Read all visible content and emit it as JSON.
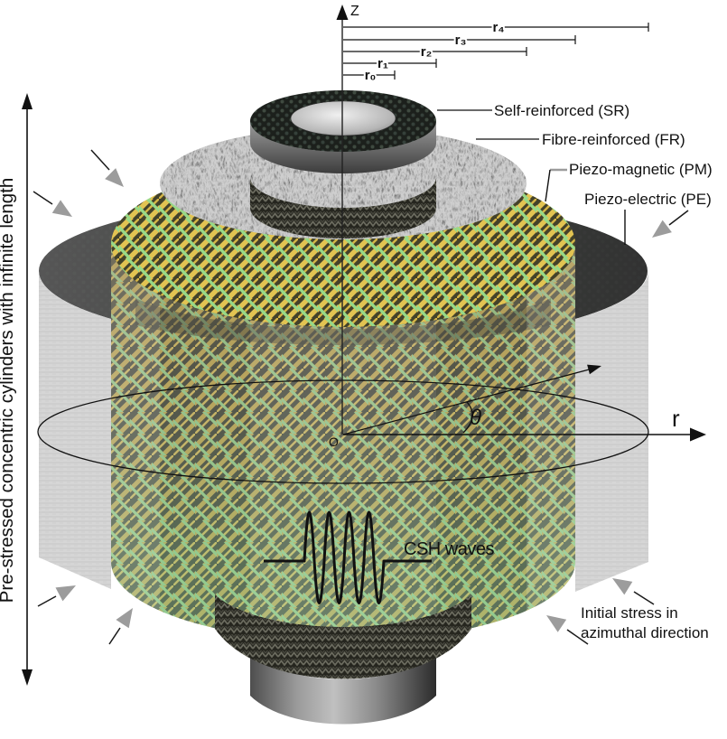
{
  "figure": {
    "axes": {
      "z_label": "Z",
      "r_label": "r",
      "theta_label": "θ",
      "origin_label": "O"
    },
    "radius_labels": [
      "r₀",
      "r₁",
      "r₂",
      "r₃",
      "r₄"
    ],
    "layer_labels": [
      "Self-reinforced (SR)",
      "Fibre-reinforced (FR)",
      "Piezo-magnetic (PM)",
      "Piezo-electric (PE)"
    ],
    "wave_label": "CSH waves",
    "side_caption": "Pre-stressed concentric cylinders with infinite length",
    "stress_caption": {
      "line1": "Initial stress in",
      "line2": "azimuthal direction"
    },
    "colors": {
      "mesh_yellow": "#c9a94b",
      "mesh_green": "#8cc57e",
      "pe_body": "#d5d5d5",
      "pe_ring": "#474747",
      "fibre_layer": "#d9d9d9",
      "sr_dark": "#1c201c",
      "stress_arrow": "#9c9c9c"
    }
  }
}
